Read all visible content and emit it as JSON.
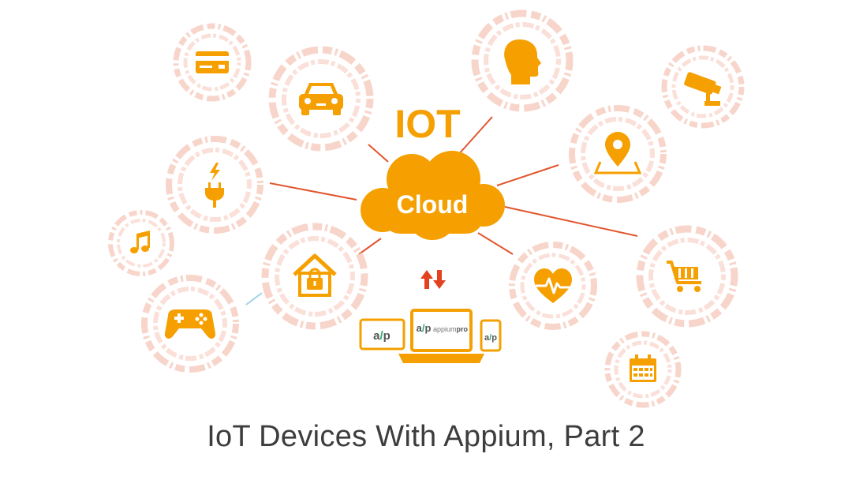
{
  "diagram": {
    "heading": "IOT",
    "center_label": "Cloud",
    "caption": "IoT Devices With Appium, Part 2",
    "brand_text": "appium",
    "brand_suffix": "pro",
    "nodes": [
      {
        "id": "credit-card",
        "icon": "credit-card-icon"
      },
      {
        "id": "car",
        "icon": "car-icon"
      },
      {
        "id": "person",
        "icon": "person-head-icon"
      },
      {
        "id": "cctv",
        "icon": "cctv-camera-icon"
      },
      {
        "id": "power",
        "icon": "power-plug-icon"
      },
      {
        "id": "location",
        "icon": "location-pin-icon"
      },
      {
        "id": "music",
        "icon": "music-note-icon"
      },
      {
        "id": "home",
        "icon": "home-lock-icon"
      },
      {
        "id": "health",
        "icon": "heart-pulse-icon"
      },
      {
        "id": "cart",
        "icon": "shopping-cart-icon"
      },
      {
        "id": "game",
        "icon": "gamepad-icon"
      },
      {
        "id": "calendar",
        "icon": "calendar-icon"
      }
    ]
  },
  "colors": {
    "accent": "#f5a000",
    "ring": "#f6c7b8",
    "line": "#e2552e",
    "arrow": "#e2421e",
    "caption": "#3d3d3d"
  }
}
